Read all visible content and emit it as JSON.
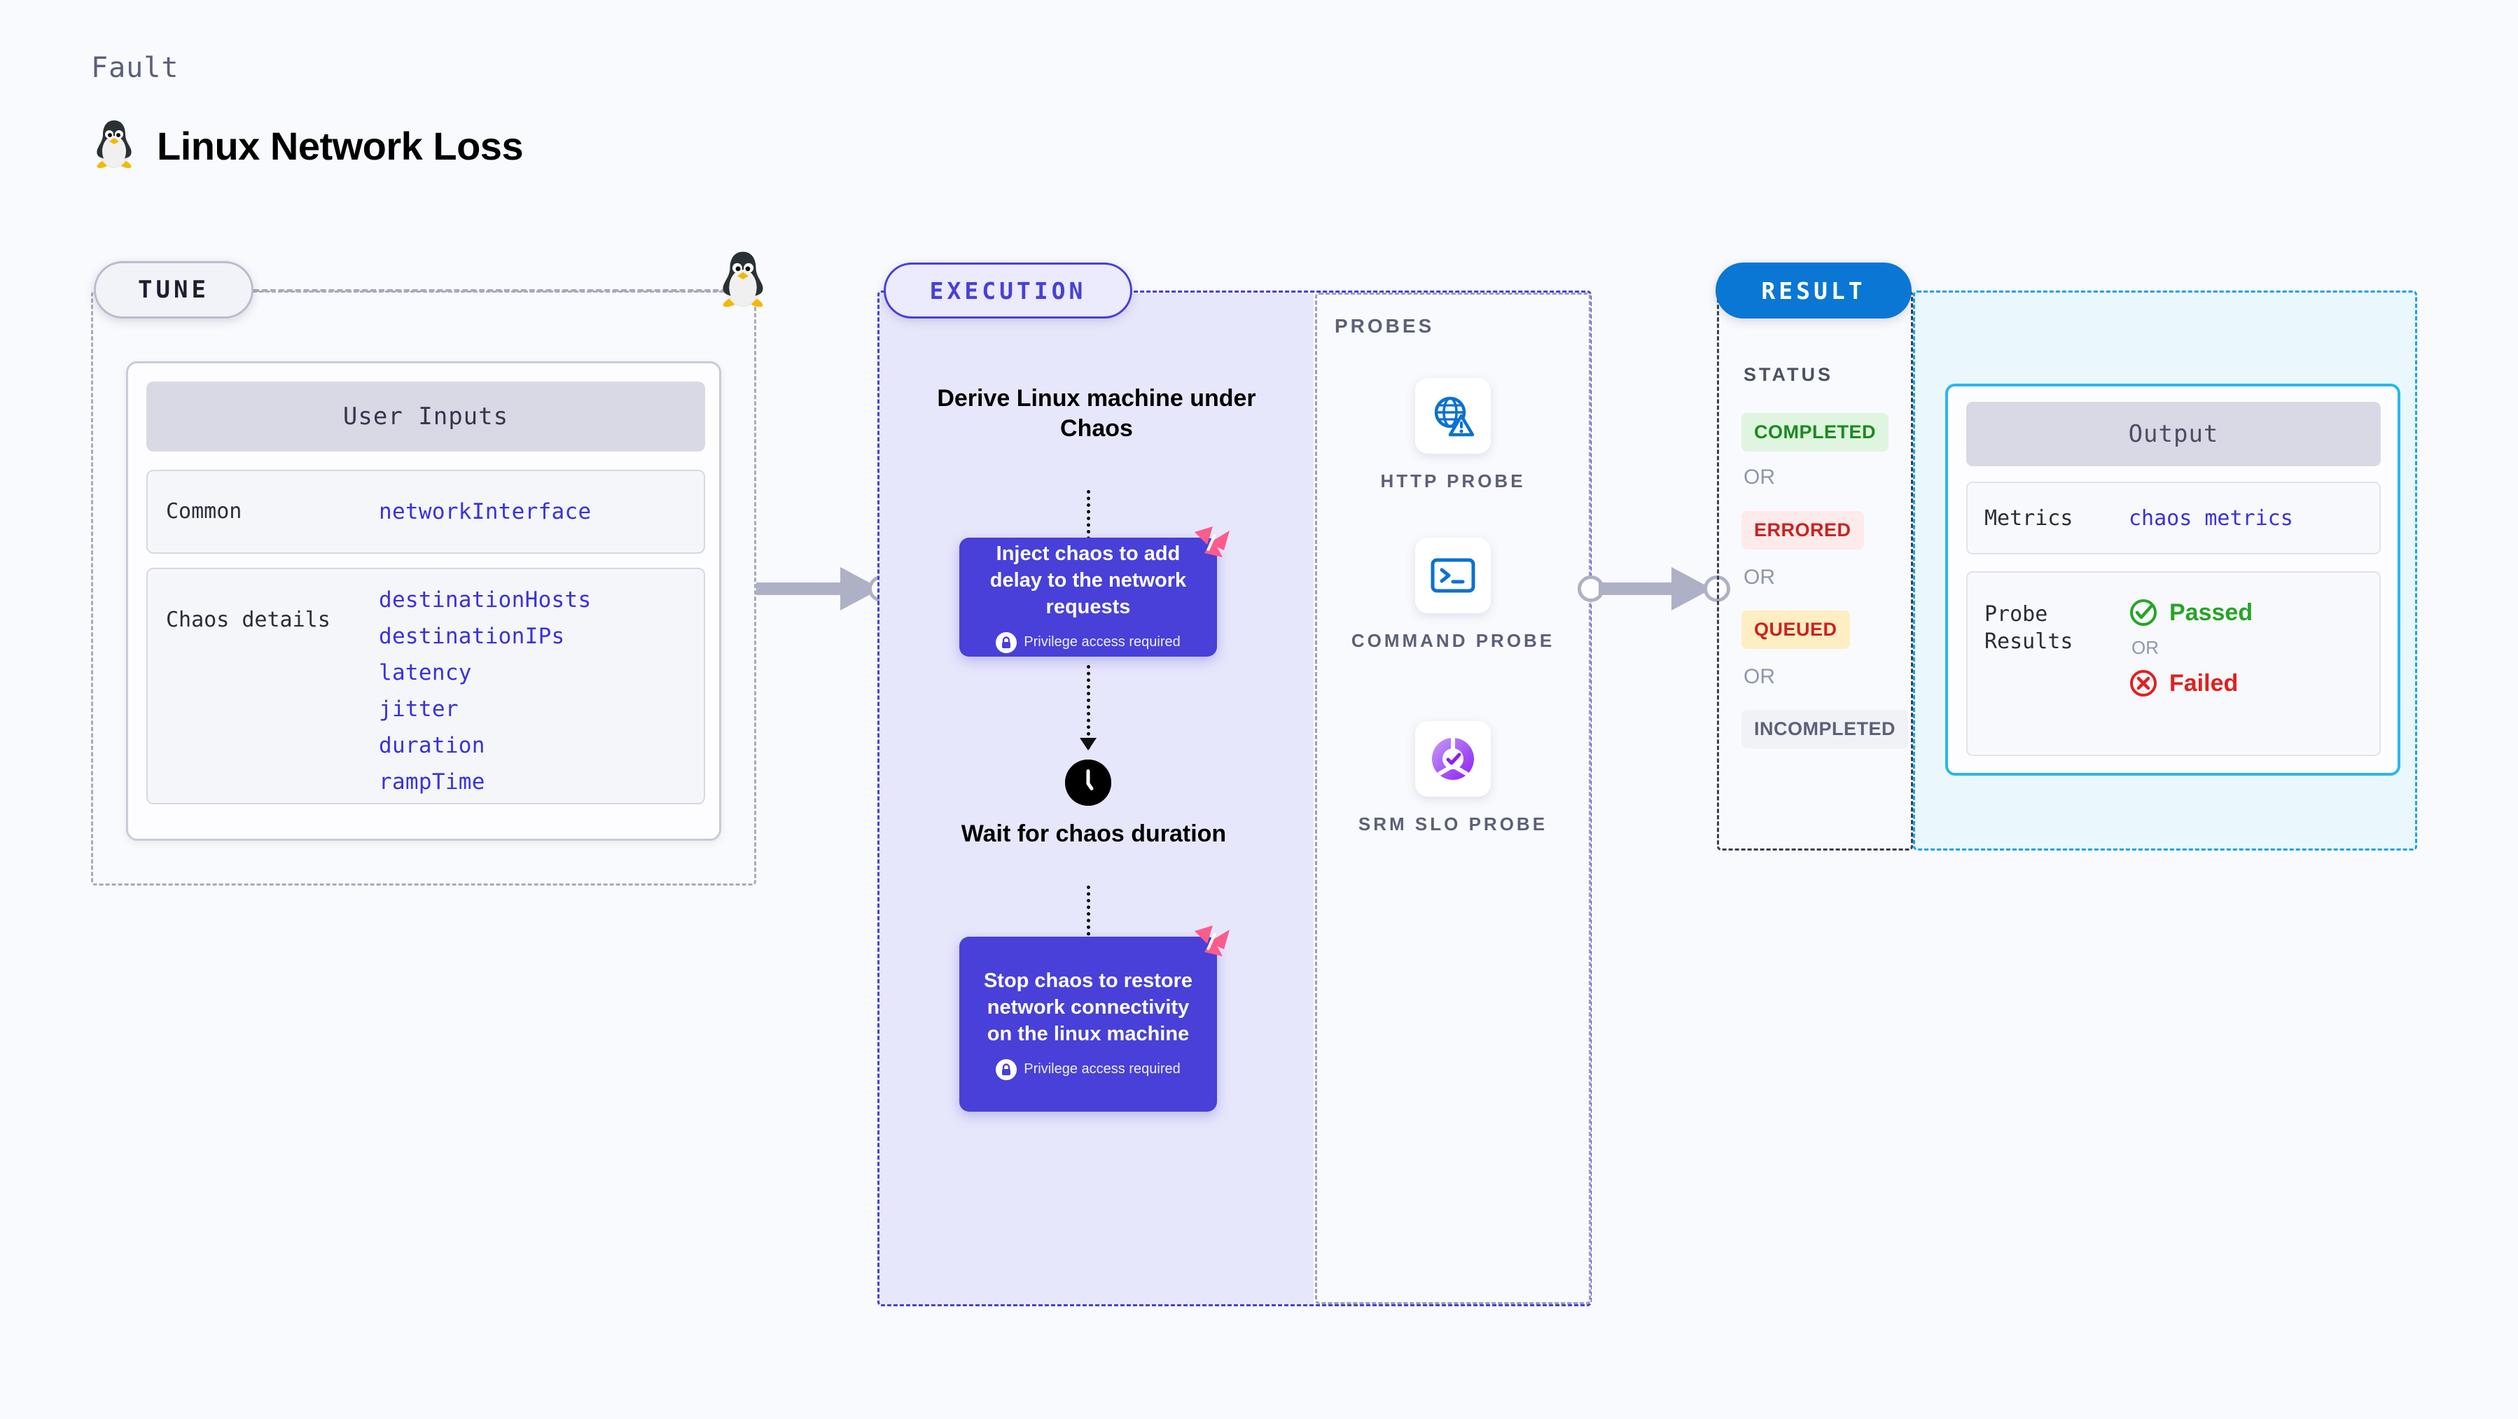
{
  "header": {
    "eyebrow": "Fault",
    "title": "Linux Network Loss",
    "icon": "tux-penguin-icon"
  },
  "tune": {
    "pill_label": "TUNE",
    "card_title": "User Inputs",
    "rows": [
      {
        "key": "Common",
        "values": [
          "networkInterface"
        ]
      },
      {
        "key": "Chaos details",
        "values": [
          "destinationHosts",
          "destinationIPs",
          "latency",
          "jitter",
          "duration",
          "rampTime"
        ]
      }
    ]
  },
  "execution": {
    "pill_label": "EXECUTION",
    "steps": [
      {
        "type": "title",
        "text": "Derive Linux machine under Chaos"
      },
      {
        "type": "chaos",
        "text": "Inject chaos to add delay to the network requests",
        "privilege": "Privilege access required",
        "badge": "harness-logo-icon"
      },
      {
        "type": "wait",
        "text": "Wait for chaos duration",
        "icon": "clock-icon"
      },
      {
        "type": "chaos",
        "text": "Stop chaos to restore network connectivity on the linux machine",
        "privilege": "Privilege access required",
        "badge": "harness-logo-icon"
      }
    ]
  },
  "probes": {
    "title": "PROBES",
    "items": [
      {
        "label": "HTTP PROBE",
        "icon": "globe-warning-icon"
      },
      {
        "label": "COMMAND PROBE",
        "icon": "terminal-icon"
      },
      {
        "label": "SRM SLO PROBE",
        "icon": "slo-donut-check-icon"
      }
    ]
  },
  "result": {
    "pill_label": "RESULT",
    "status_title": "STATUS",
    "or_label": "OR",
    "statuses": [
      {
        "label": "COMPLETED",
        "color": "#1b8a1f",
        "bg": "#dff5df"
      },
      {
        "label": "ERRORED",
        "color": "#cc2121",
        "bg": "#fdeaea"
      },
      {
        "label": "QUEUED",
        "color": "#cc2121",
        "bg": "#fdeec4"
      },
      {
        "label": "INCOMPLETED",
        "color": "#5c6079",
        "bg": "#f1f2f7"
      }
    ]
  },
  "output": {
    "card_title": "Output",
    "metrics_key": "Metrics",
    "metrics_value": "chaos metrics",
    "probe_key": "Probe Results",
    "or_label": "OR",
    "passed_label": "Passed",
    "failed_label": "Failed",
    "passed_color": "#25a526",
    "failed_color": "#e02020"
  },
  "colors": {
    "background": "#f9fafd",
    "execution_accent": "#4840d8",
    "result_accent": "#0b77d4",
    "output_accent": "#29b6f0",
    "value_text": "#3a31df",
    "harness_pink": "#fb5c8c"
  }
}
